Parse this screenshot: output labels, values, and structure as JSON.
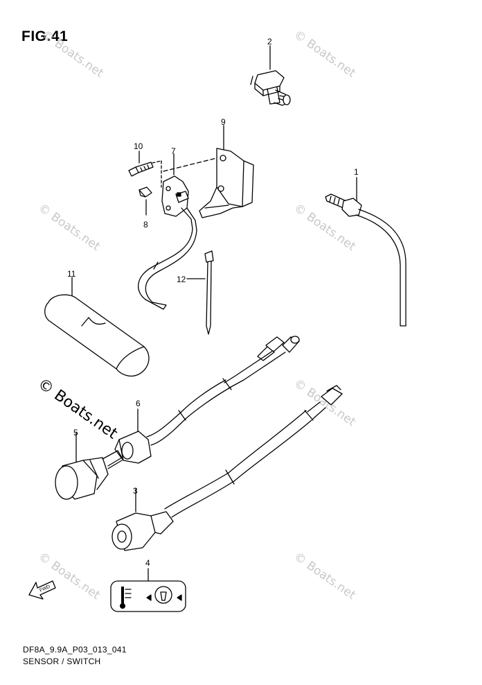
{
  "figure_title": "FIG.41",
  "watermark": "© Boats.net",
  "watermark_big": "© Boats.net",
  "callouts": [
    "1",
    "2",
    "3",
    "4",
    "5",
    "6",
    "7",
    "8",
    "9",
    "10",
    "11",
    "12"
  ],
  "direction_label": "FWD",
  "footer": {
    "code": "DF8A_9.9A_P03_013_041",
    "title": "SENSOR / SWITCH"
  }
}
